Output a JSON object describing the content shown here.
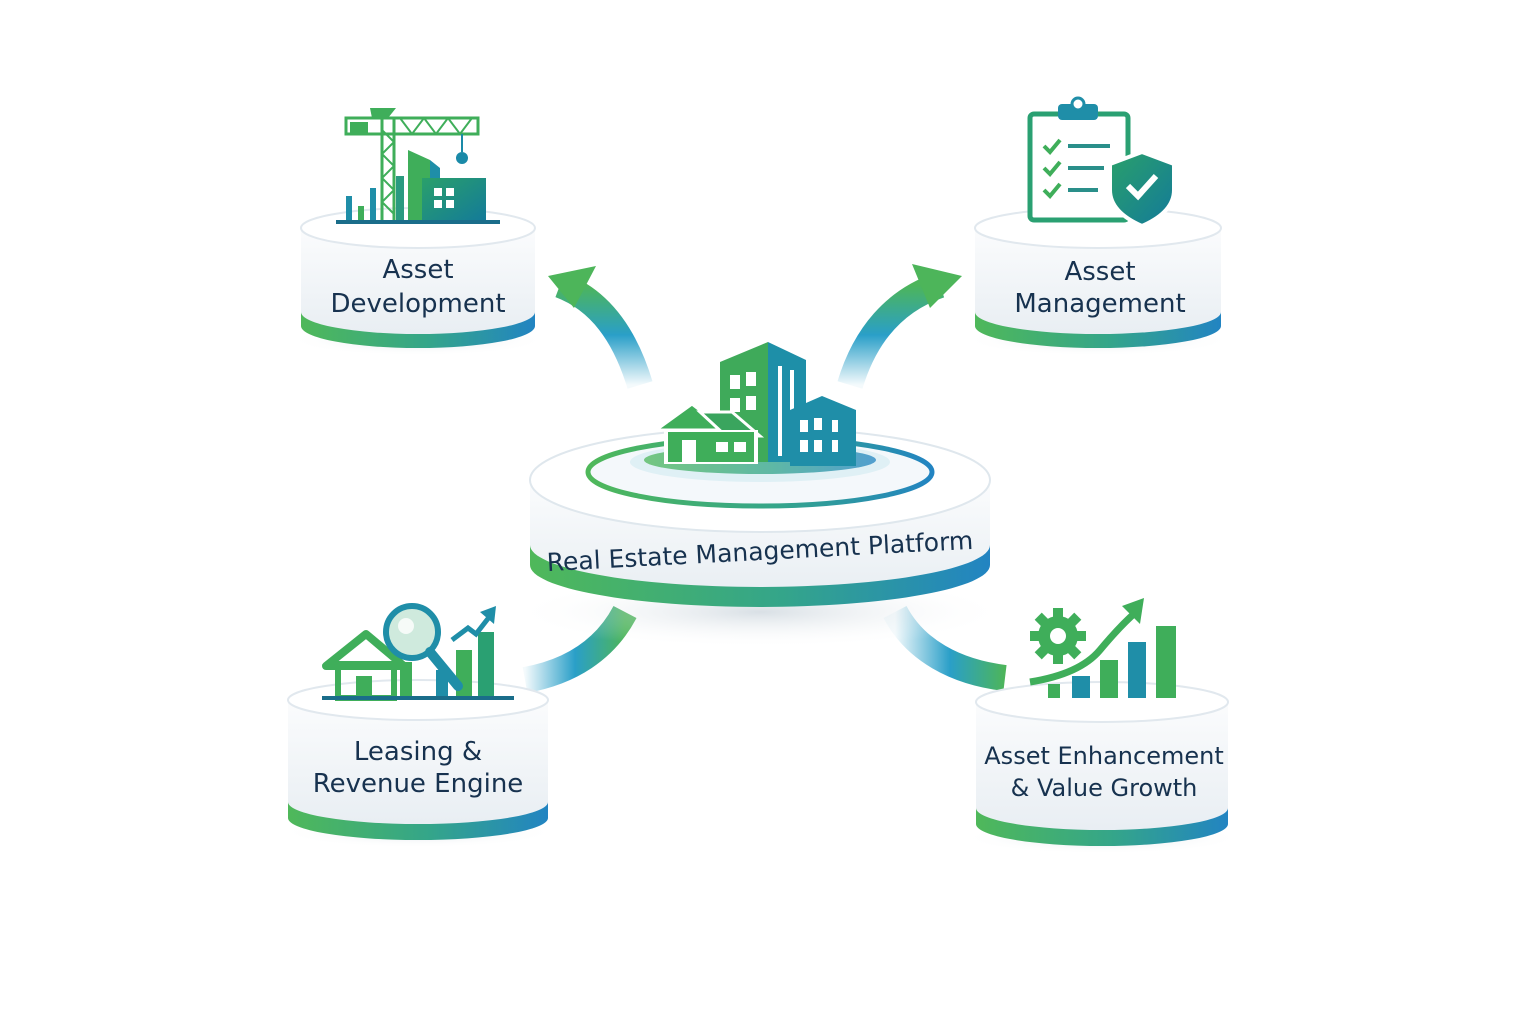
{
  "center": {
    "label": "Real Estate Management Platform"
  },
  "modules": [
    {
      "id": "development",
      "label_lines": [
        "Asset",
        "Development"
      ],
      "icon": "construction-crane-icon"
    },
    {
      "id": "management",
      "label_lines": [
        "Asset",
        "Management"
      ],
      "icon": "clipboard-shield-icon"
    },
    {
      "id": "leasing",
      "label_lines": [
        "Leasing &",
        "Revenue Engine"
      ],
      "icon": "house-search-chart-icon"
    },
    {
      "id": "enhancement",
      "label_lines": [
        "Asset Enhancement",
        "& Value Growth"
      ],
      "icon": "gear-growth-chart-icon"
    }
  ],
  "colors": {
    "text": "#17324f",
    "green": "#3fae5a",
    "green_light": "#6cc46a",
    "teal": "#1a8fb0",
    "blue": "#2a84c0",
    "disk_side": "#eef2f5",
    "disk_top": "#ffffff"
  }
}
